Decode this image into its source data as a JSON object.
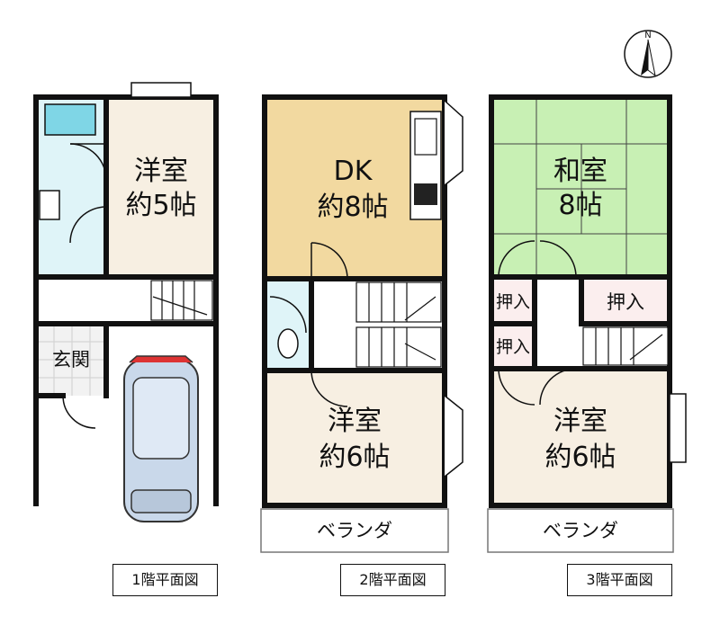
{
  "rooms": {
    "f1_western": {
      "line1": "洋室",
      "line2": "約5帖"
    },
    "f1_entrance": "玄関",
    "f2_dk": {
      "line1": "DK",
      "line2": "約8帖"
    },
    "f2_western": {
      "line1": "洋室",
      "line2": "約6帖"
    },
    "f2_veranda": "ベランダ",
    "f3_japanese": {
      "line1": "和室",
      "line2": "8帖"
    },
    "f3_closet_a": "押入",
    "f3_closet_b": "押入",
    "f3_closet_c": "押入",
    "f3_western": {
      "line1": "洋室",
      "line2": "約6帖"
    },
    "f3_veranda": "ベランダ"
  },
  "captions": {
    "floor1": "1階平面図",
    "floor2": "2階平面図",
    "floor3": "3階平面図"
  },
  "compass": {
    "north": "N"
  },
  "colors": {
    "western": "#f7efe2",
    "dk": "#f2d9a0",
    "japanese": "#c8f0b4",
    "closet": "#fbeeee",
    "bath": "#dff4f8",
    "tub": "#7fd6e6",
    "wall": "#111111"
  }
}
